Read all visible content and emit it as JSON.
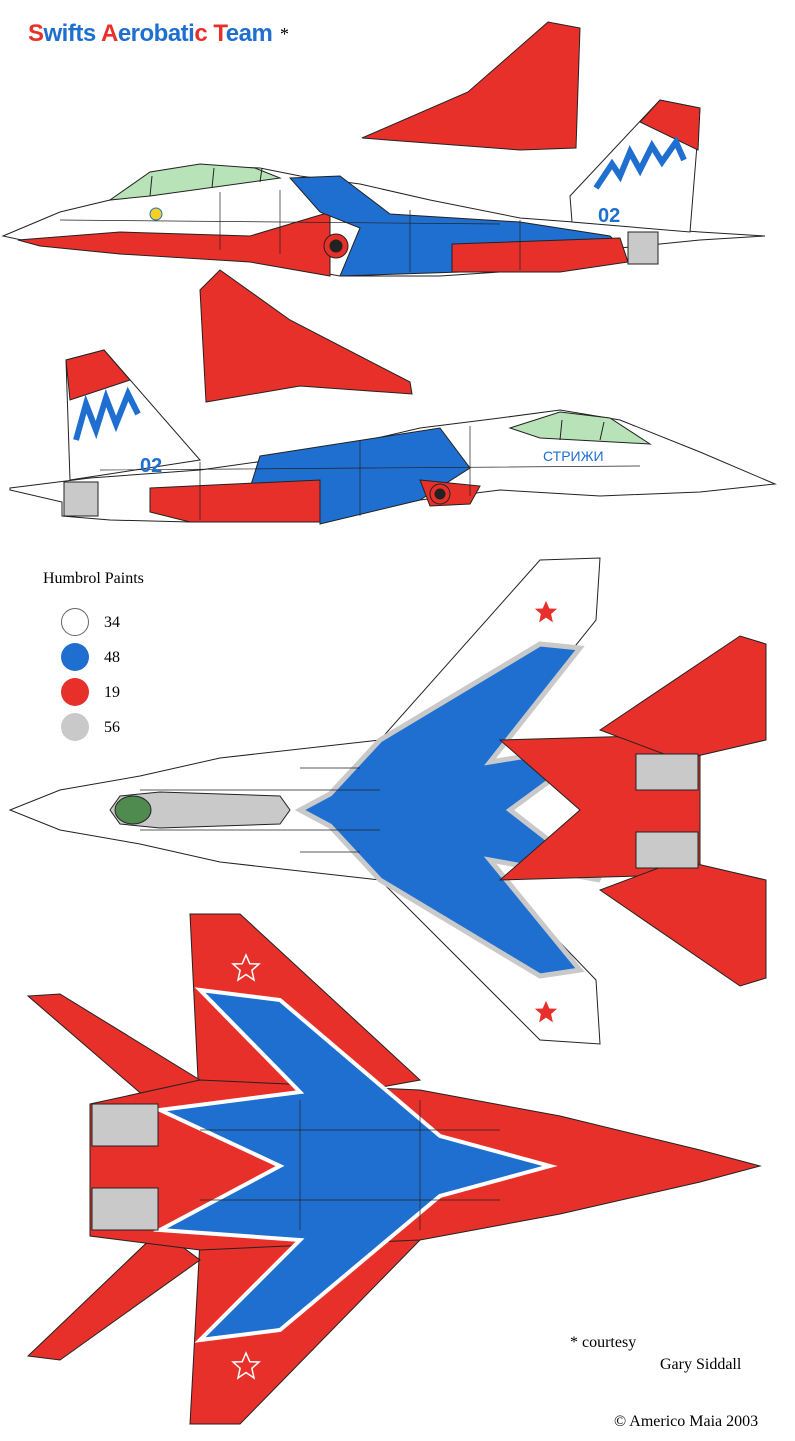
{
  "title": {
    "words": [
      {
        "cap": "S",
        "rest": "wifts",
        "sep": " "
      },
      {
        "cap": "A",
        "rest": "erobati",
        "tail": "c",
        "sep": " "
      },
      {
        "cap": "T",
        "rest": "eam",
        "sep": ""
      }
    ],
    "asterisk": "*"
  },
  "aircraft": {
    "tail_number": "02",
    "fuselage_text": "СТРИЖИ"
  },
  "legend": {
    "title": "Humbrol Paints",
    "paints": [
      {
        "code": "34",
        "color": "#ffffff"
      },
      {
        "code": "48",
        "color": "#1f6fd0"
      },
      {
        "code": "19",
        "color": "#e8302a"
      },
      {
        "code": "56",
        "color": "#c9c9c9"
      }
    ]
  },
  "credits": {
    "courtesy": "*  courtesy",
    "name": "Gary Siddall",
    "copyright": "© Americo Maia 2003"
  },
  "colors": {
    "red": "#e8302a",
    "blue": "#1f6fd0",
    "white": "#ffffff",
    "grey": "#c9c9c9",
    "canopy": "#b8e2b8",
    "outline": "#222222"
  }
}
